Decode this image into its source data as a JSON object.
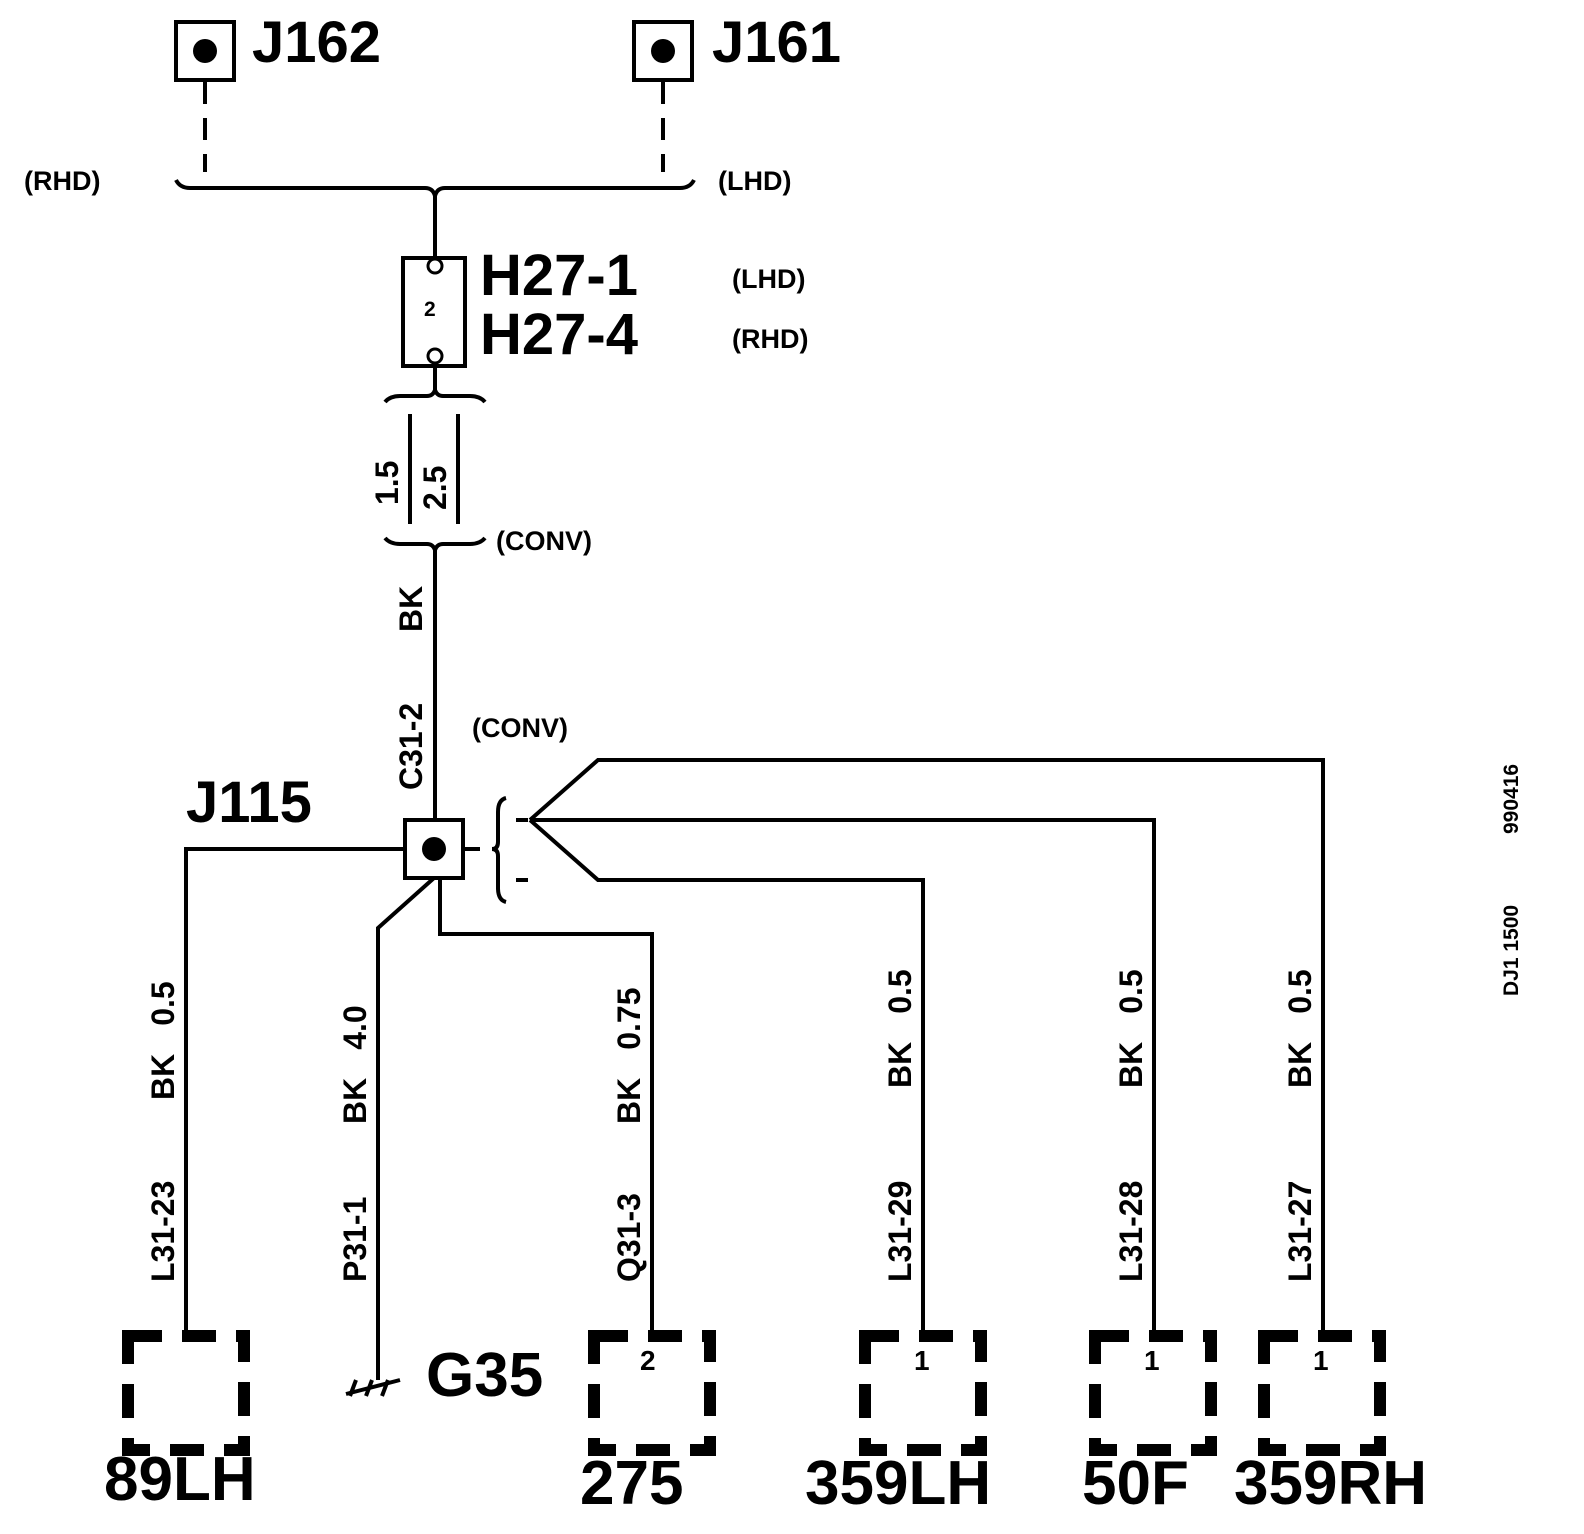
{
  "splices": {
    "j162": "J162",
    "j161": "J161",
    "j115": "J115"
  },
  "variants": {
    "rhd_top": "(RHD)",
    "lhd_top": "(LHD)",
    "lhd_h27": "(LHD)",
    "rhd_h27": "(RHD)",
    "conv_upper": "(CONV)",
    "conv_lower": "(CONV)"
  },
  "h27": {
    "label_1": "H27-1",
    "label_4": "H27-4",
    "pin": "2"
  },
  "sizes": {
    "left": "1.5",
    "right": "2.5"
  },
  "trunk_wire": {
    "color": "BK",
    "pin": "C31-2"
  },
  "branch_wires": [
    {
      "pin": "L31-23",
      "color": "BK",
      "size": "0.5"
    },
    {
      "pin": "P31-1",
      "color": "BK",
      "size": "4.0"
    },
    {
      "pin": "Q31-3",
      "color": "BK",
      "size": "0.75"
    },
    {
      "pin": "L31-29",
      "color": "BK",
      "size": "0.5"
    },
    {
      "pin": "L31-28",
      "color": "BK",
      "size": "0.5"
    },
    {
      "pin": "L31-27",
      "color": "BK",
      "size": "0.5"
    }
  ],
  "ground": "G35",
  "components": [
    {
      "label": "89LH",
      "pin": ""
    },
    {
      "label": "275",
      "pin": "2"
    },
    {
      "label": "359LH",
      "pin": "1"
    },
    {
      "label": "50F",
      "pin": "1"
    },
    {
      "label": "359RH",
      "pin": "1"
    }
  ],
  "drawing_ref": {
    "code": "DJ1 1500",
    "date": "990416"
  }
}
